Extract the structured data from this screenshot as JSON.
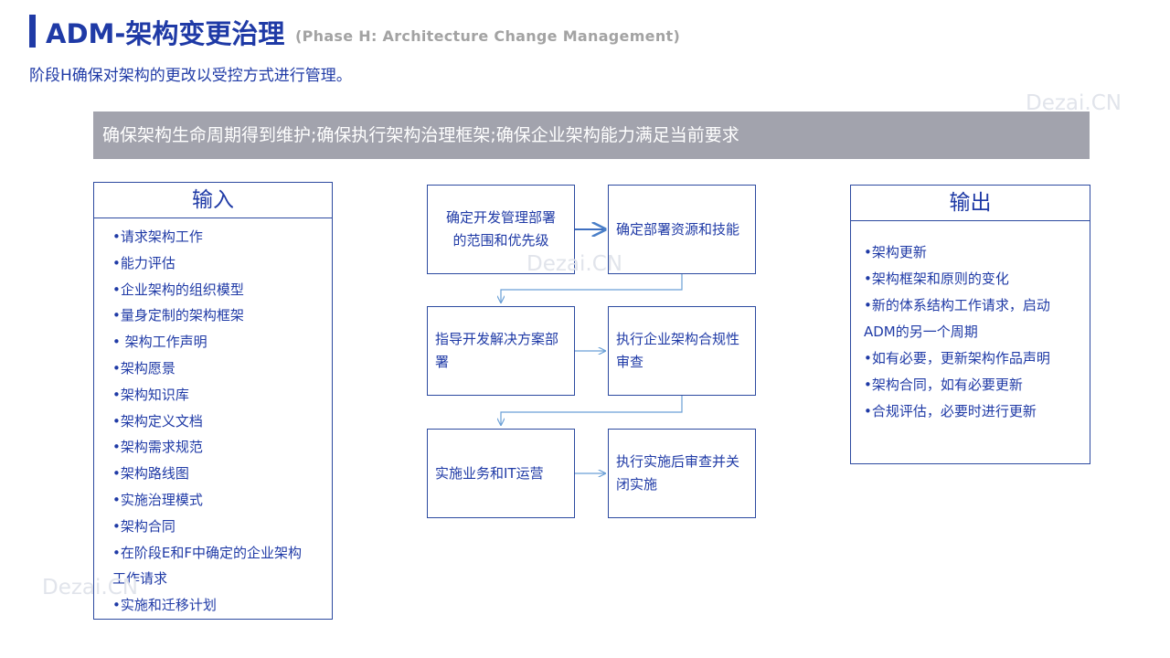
{
  "header": {
    "title": "ADM-架构变更治理",
    "title_en": "(Phase H: Architecture Change Management)",
    "subtitle": "阶段H确保对架构的更改以受控方式进行管理。"
  },
  "banner": {
    "text": "确保架构生命周期得到维护;确保执行架构治理框架;确保企业架构能力满足当前要求"
  },
  "watermarks": [
    "Dezai.CN",
    "Dezai.CN",
    "Dezai.CN"
  ],
  "input": {
    "title": "输入",
    "items": [
      "•请求架构工作",
      "•能力评估",
      "•企业架构的组织模型",
      "•量身定制的架构框架",
      "• 架构工作声明",
      "•架构愿景",
      "•架构知识库",
      "•架构定义文档",
      "•架构需求规范",
      "•架构路线图",
      "•实施治理模式",
      "•架构合同",
      "•在阶段E和F中确定的企业架构",
      "工作请求",
      "•实施和迁移计划"
    ]
  },
  "output": {
    "title": "输出",
    "items": [
      "•架构更新",
      "•架构框架和原则的变化",
      "•新的体系结构工作请求，启动",
      "ADM的另一个周期",
      "•如有必要，更新架构作品声明",
      "•架构合同，如有必要更新",
      "•合规评估，必要时进行更新"
    ]
  },
  "steps": [
    "确定开发管理部署的范围和优先级",
    "确定部署资源和技能",
    "指导开发解决方案部署",
    "执行企业架构合规性审查",
    "实施业务和IT运营",
    "执行实施后审查并关闭实施"
  ],
  "colors": {
    "accent": "#1f3aa6",
    "banner_bg": "#a2a3ad",
    "muted_text": "#a3a3a3",
    "connector": "#6a9fd6"
  }
}
